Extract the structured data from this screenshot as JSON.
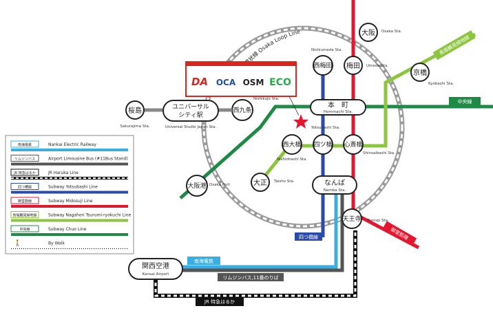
{
  "colors": {
    "loop": "#9a9a9a",
    "chuo": "#1e8a46",
    "midosuji": "#e5172f",
    "yotsubashi": "#2c4aa8",
    "nagahori": "#8cc63f",
    "nankai": "#3aaee0",
    "limousine": "#555555",
    "haruka": "#111111",
    "star": "#e5172f",
    "logo_box": "#d9261c"
  },
  "loop_label": "大阪環状線 Osaka Loop Line",
  "line_tags": {
    "chuo": "中央線",
    "nagahori": "長堀鶴見緑地線",
    "midosuji": "御堂筋線",
    "yotsubashi": "四つ橋線",
    "nankai": "南海電鉄",
    "limousine": "リムジンバス,11番のりば",
    "haruka": "JR 特急はるか"
  },
  "stations": {
    "osaka": {
      "jp": "大阪",
      "en": "Osaka Sta."
    },
    "umeda": {
      "jp": "梅田",
      "en": "Umeda Sta."
    },
    "nishiumeda": {
      "jp": "西梅田",
      "en": "Nishiumeda Sta."
    },
    "kyobashi": {
      "jp": "京橋",
      "en": "Kyobashi Sta."
    },
    "hommachi": {
      "jp": "本　町",
      "en": "Hommachi Sta."
    },
    "yotsubashi_note": "Yotsubashi Sta.",
    "nishikujo": {
      "jp": "西九条",
      "en": "Nishikujo Sta."
    },
    "usj": {
      "jp1": "ユニバーサル",
      "jp2": "シティ駅",
      "en": "Universal Studio Japan Sta."
    },
    "sakurajima": {
      "jp": "桜島",
      "en": "Sakurajima Sta."
    },
    "nishiohashi": {
      "jp": "西大橋",
      "en": "Nishiohashi Sta."
    },
    "yotsubashi": {
      "jp": "四ツ橋"
    },
    "shinsaibashi": {
      "jp": "心斎橋",
      "en": "Shinsaibashi Sta."
    },
    "taisho": {
      "jp": "大正",
      "en": "Taisho Sta."
    },
    "osakako": {
      "jp": "大阪港",
      "en": "Osaka Port"
    },
    "namba": {
      "jp": "なんば",
      "en": "Namba Sta."
    },
    "tennoji": {
      "jp": "天王寺",
      "en": "Tennoji Sta."
    },
    "kansai": {
      "jp": "関西空港",
      "en": "Kansai Airport"
    }
  },
  "logos": [
    "DA",
    "OCA",
    "OSM",
    "ECO"
  ],
  "legend": [
    {
      "tag": "南海電鉄",
      "name": "Nankai Electric Railway",
      "color": "#3aaee0",
      "style": "solid"
    },
    {
      "tag": "リムジンバス",
      "name": "Airport Limousine Bus (#11Bus Stand)",
      "color": "#555555",
      "style": "solid"
    },
    {
      "tag": "JR 特急はるか",
      "name": "JR Haruka Line",
      "color": "#111111",
      "style": "dashed"
    },
    {
      "tag": "四つ橋線",
      "name": "Subway Yotsubashi Line",
      "color": "#2c4aa8",
      "style": "solid"
    },
    {
      "tag": "御堂筋線",
      "name": "Subway Midosuji Line",
      "color": "#e5172f",
      "style": "solid"
    },
    {
      "tag": "長堀鶴見緑地線",
      "name": "Subway Nagahori Tsurumi-ryokuchi Line",
      "color": "#8cc63f",
      "style": "solid"
    },
    {
      "tag": "中央線",
      "name": "Subway Chuo Line",
      "color": "#1e8a46",
      "style": "solid"
    },
    {
      "tag": "",
      "name": "By Walk",
      "color": "#111111",
      "style": "walk"
    }
  ]
}
